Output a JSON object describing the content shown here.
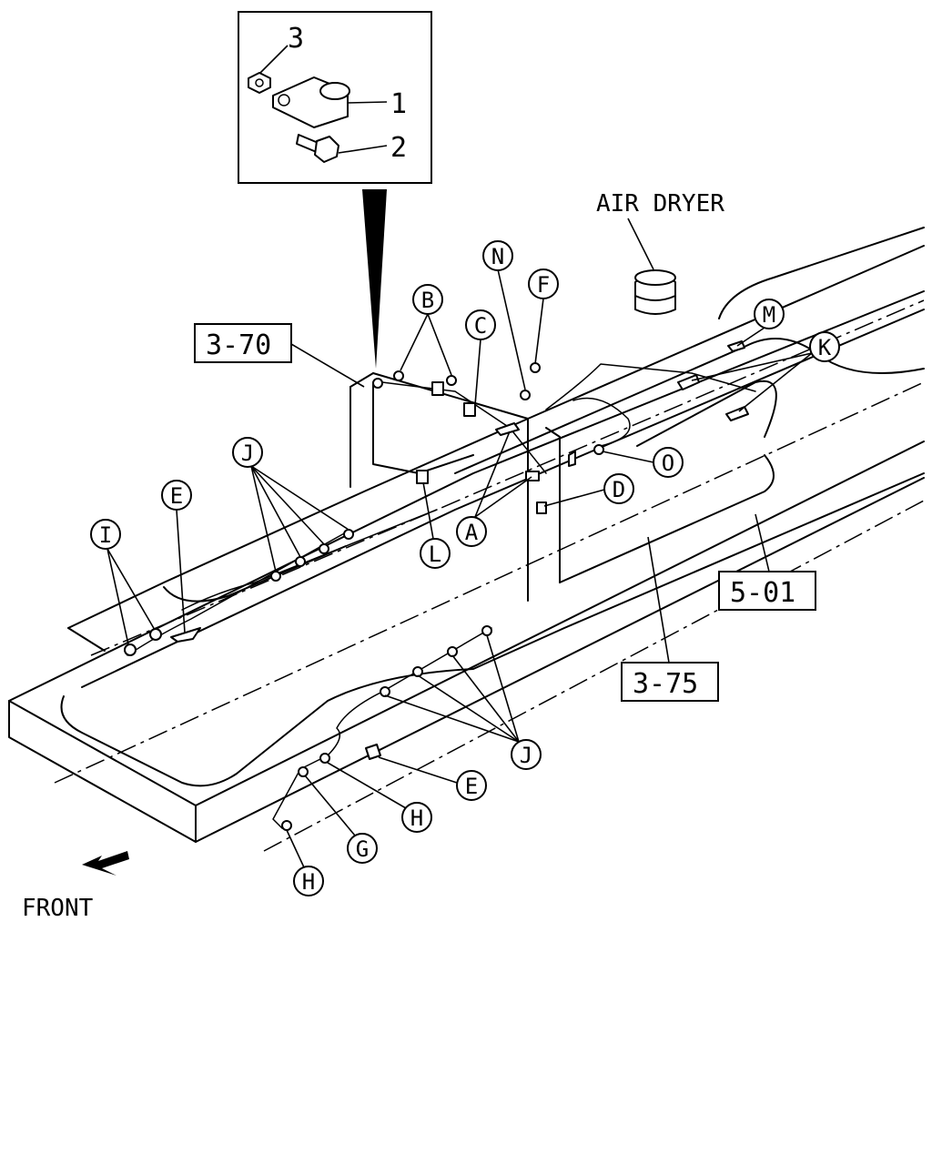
{
  "diagram": {
    "inset": {
      "labels": [
        {
          "id": "inset-3",
          "text": "3"
        },
        {
          "id": "inset-1",
          "text": "1"
        },
        {
          "id": "inset-2",
          "text": "2"
        }
      ]
    },
    "air_dryer_label": "AIR DRYER",
    "front_label": "FRONT",
    "ref_boxes": [
      {
        "id": "ref-3-70",
        "text": "3-70"
      },
      {
        "id": "ref-5-01",
        "text": "5-01"
      },
      {
        "id": "ref-3-75",
        "text": "3-75"
      }
    ],
    "callouts": [
      {
        "id": "B",
        "text": "B"
      },
      {
        "id": "C",
        "text": "C"
      },
      {
        "id": "N",
        "text": "N"
      },
      {
        "id": "F",
        "text": "F"
      },
      {
        "id": "M",
        "text": "M"
      },
      {
        "id": "K",
        "text": "K"
      },
      {
        "id": "O",
        "text": "O"
      },
      {
        "id": "D",
        "text": "D"
      },
      {
        "id": "A",
        "text": "A"
      },
      {
        "id": "L",
        "text": "L"
      },
      {
        "id": "J1",
        "text": "J"
      },
      {
        "id": "E1",
        "text": "E"
      },
      {
        "id": "I",
        "text": "I"
      },
      {
        "id": "J2",
        "text": "J"
      },
      {
        "id": "E2",
        "text": "E"
      },
      {
        "id": "H1",
        "text": "H"
      },
      {
        "id": "G",
        "text": "G"
      },
      {
        "id": "H2",
        "text": "H"
      }
    ]
  }
}
